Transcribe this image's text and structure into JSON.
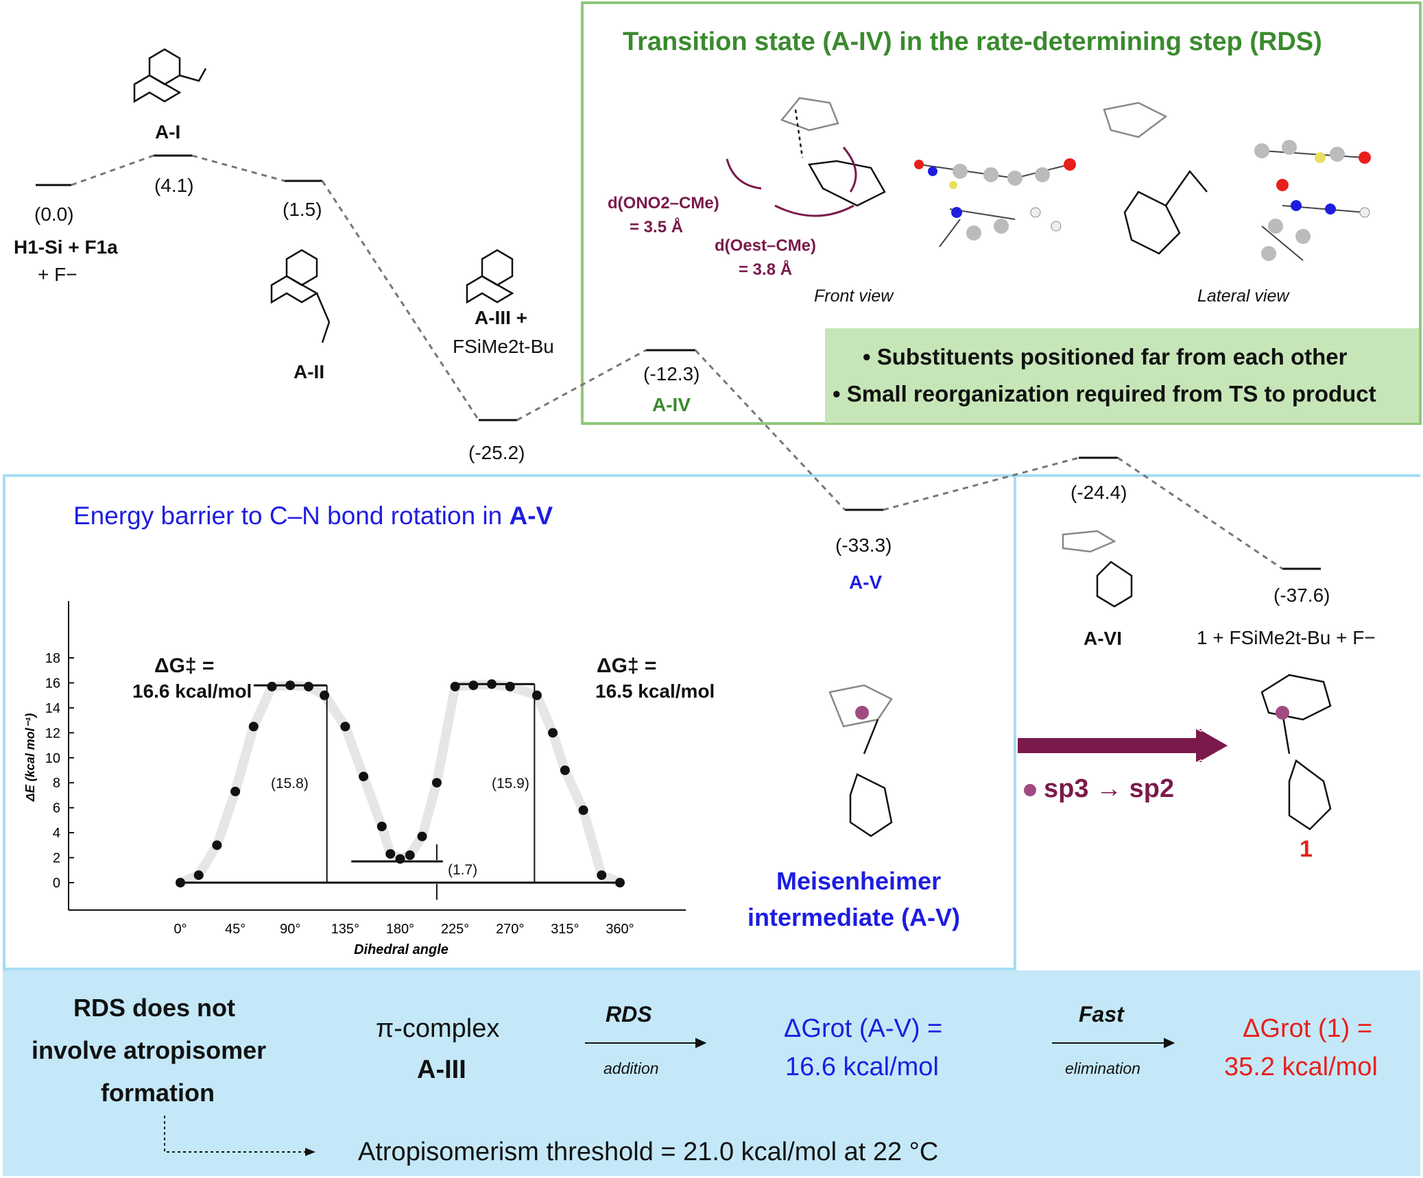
{
  "profile": {
    "levels": [
      {
        "id": "start",
        "energy": "(0.0)",
        "name_html": "H1-Si + F1a",
        "extra": "+ F−"
      },
      {
        "id": "A-I",
        "energy": "(4.1)",
        "name": "A-I"
      },
      {
        "id": "A-II",
        "energy": "(1.5)",
        "name": "A-II"
      },
      {
        "id": "A-III",
        "energy": "(-25.2)",
        "name": "A-III +",
        "extra_html": "FSiMe2t-Bu"
      },
      {
        "id": "A-IV",
        "energy": "(-12.3)",
        "name": "A-IV"
      },
      {
        "id": "A-V",
        "energy": "(-33.3)",
        "name": "A-V"
      },
      {
        "id": "A-VI",
        "energy": "(-24.4)",
        "name": "A-VI"
      },
      {
        "id": "product",
        "energy": "(-37.6)",
        "name": "1 + FSiMe2t-Bu + F−"
      }
    ]
  },
  "ts_panel": {
    "title": "Transition state (A-IV) in the rate-determining step (RDS)",
    "dist1_label": "d(ONO2–CMe)",
    "dist1_value": "= 3.5 Å",
    "dist2_label": "d(Oest–CMe)",
    "dist2_value": "= 3.8 Å",
    "front_view": "Front view",
    "lateral_view": "Lateral view",
    "bullet1": "• Substituents positioned far from each other",
    "bullet2": "• Small reorganization required from TS to product"
  },
  "rotation_panel": {
    "title_prefix": "Energy barrier to C–N bond rotation in ",
    "title_bold": "A-V",
    "dg_left_top": "ΔG‡ =",
    "dg_left_val": "16.6 kcal/mol",
    "dg_right_top": "ΔG‡ =",
    "dg_right_val": "16.5 kcal/mol",
    "barrier_left": "(15.8)",
    "barrier_right": "(15.9)",
    "barrier_mid": "(1.7)"
  },
  "chart_data": {
    "type": "scatter",
    "xlabel": "Dihedral angle",
    "ylabel": "ΔE (kcal mol⁻¹)",
    "x_ticks": [
      "0°",
      "45°",
      "90°",
      "135°",
      "180°",
      "225°",
      "270°",
      "315°",
      "360°"
    ],
    "y_ticks": [
      "0",
      "2",
      "4",
      "6",
      "8",
      "10",
      "12",
      "14",
      "16",
      "18"
    ],
    "xlim": [
      0,
      360
    ],
    "ylim": [
      0,
      18
    ],
    "points": [
      [
        0,
        0.0
      ],
      [
        15,
        0.6
      ],
      [
        30,
        3.0
      ],
      [
        45,
        7.3
      ],
      [
        60,
        12.5
      ],
      [
        75,
        15.7
      ],
      [
        90,
        15.8
      ],
      [
        105,
        15.7
      ],
      [
        118,
        15.0
      ],
      [
        135,
        12.5
      ],
      [
        150,
        8.5
      ],
      [
        165,
        4.5
      ],
      [
        172,
        2.3
      ],
      [
        180,
        1.9
      ],
      [
        188,
        2.2
      ],
      [
        198,
        3.7
      ],
      [
        210,
        8.0
      ],
      [
        225,
        15.7
      ],
      [
        240,
        15.8
      ],
      [
        255,
        15.9
      ],
      [
        270,
        15.7
      ],
      [
        292,
        15.0
      ],
      [
        305,
        12.0
      ],
      [
        315,
        9.0
      ],
      [
        330,
        5.8
      ],
      [
        345,
        0.6
      ],
      [
        360,
        0.0
      ]
    ]
  },
  "meisenheimer": {
    "line1": "Meisenheimer",
    "line2": "intermediate (A-V)"
  },
  "hybrid": {
    "text": "sp3 → sp2"
  },
  "product_label": "1",
  "bottom": {
    "left_l1": "RDS does not",
    "left_l2": "involve atropisomer",
    "left_l3": "formation",
    "pi_l1": "π-complex",
    "pi_l2": "A-III",
    "rds": "RDS",
    "addition": "addition",
    "dg_av_label": "ΔGrot (A-V) =",
    "dg_av_value": "16.6 kcal/mol",
    "fast": "Fast",
    "elimination": "elimination",
    "dg_1_label": "ΔGrot (1) =",
    "dg_1_value": "35.2 kcal/mol",
    "threshold": "Atropisomerism threshold = 21.0 kcal/mol at 22 °C"
  },
  "colors": {
    "green": "#3a8a2e",
    "green_fill": "#c6e6b8",
    "blue": "#1d1de0",
    "red": "#e8201c",
    "maroon": "#7a1a4a",
    "light_blue_fill": "#c4e8f8",
    "light_blue_border": "#9fd8f1"
  }
}
